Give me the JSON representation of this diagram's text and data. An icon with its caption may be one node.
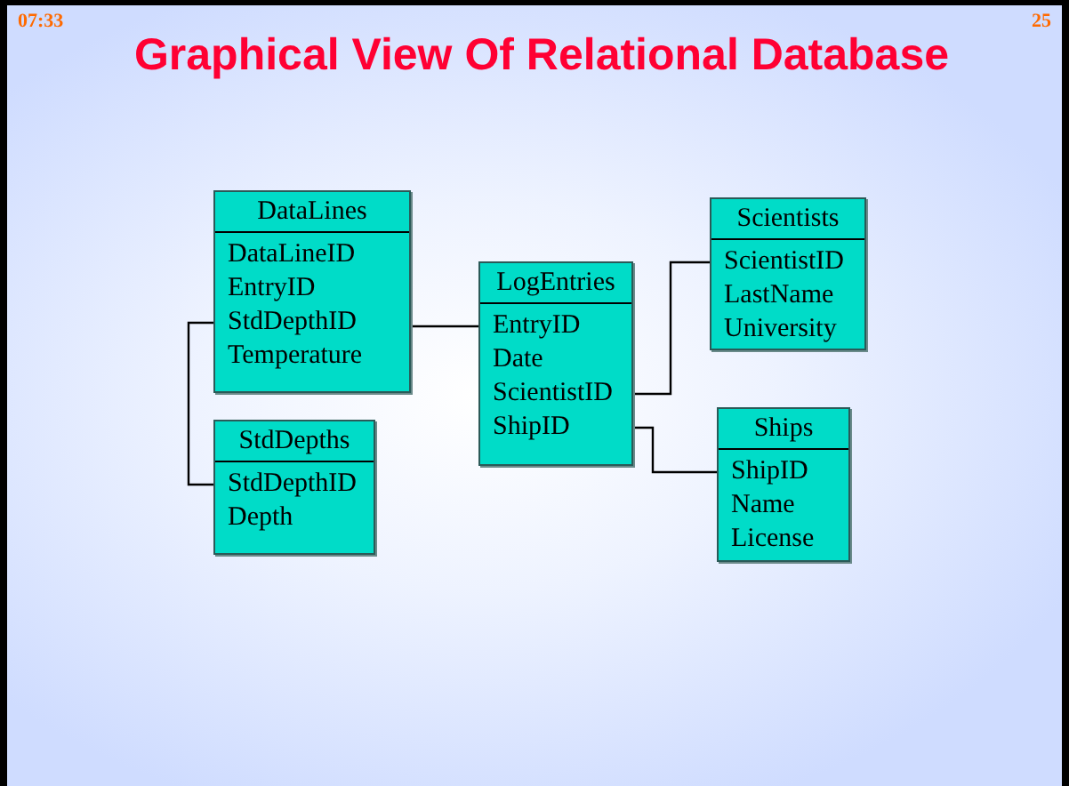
{
  "diagram": {
    "title": "Graphical View Of Relational Database",
    "nodes": [
      {
        "text": [
          "DataLines"
        ]
      },
      {
        "text": [
          "DataLineID"
        ],
        "in": 0
      },
      {
        "text": [
          "EntryID"
        ],
        "in": 0
      },
      {
        "text": [
          "StdDepthID"
        ],
        "in": 0
      },
      {
        "text": [
          "Temperature"
        ],
        "in": 0
      },
      {
        "text": [
          "StdDepths"
        ]
      },
      {
        "text": [
          "StdDepthID"
        ],
        "in": 5
      },
      {
        "text": [
          "Depth"
        ],
        "in": 5
      },
      {
        "text": [
          "LogEntries"
        ]
      },
      {
        "text": [
          "EntryID"
        ],
        "in": 8
      },
      {
        "text": [
          "Date"
        ],
        "in": 8
      },
      {
        "text": [
          "ScientistID"
        ],
        "in": 8
      },
      {
        "text": [
          "ShipID"
        ],
        "in": 8
      },
      {
        "text": [
          "Scientists"
        ]
      },
      {
        "text": [
          "ScientistID"
        ],
        "in": 13
      },
      {
        "text": [
          "LastName"
        ],
        "in": 13
      },
      {
        "text": [
          "University"
        ],
        "in": 13
      },
      {
        "text": [
          "Ships"
        ]
      },
      {
        "text": [
          "ShipID"
        ],
        "in": 17
      },
      {
        "text": [
          "Name"
        ],
        "in": 17
      },
      {
        "text": [
          "License"
        ],
        "in": 17
      }
    ],
    "edges": [
      {
        "from": 2,
        "to": 9,
        "arrow": "none"
      },
      {
        "from": 3,
        "to": 6,
        "arrow": "none"
      },
      {
        "from": 11,
        "to": 14,
        "arrow": "none"
      },
      {
        "from": 12,
        "to": 18,
        "arrow": "none"
      }
    ],
    "labels": [
      "07:33",
      "25"
    ]
  }
}
